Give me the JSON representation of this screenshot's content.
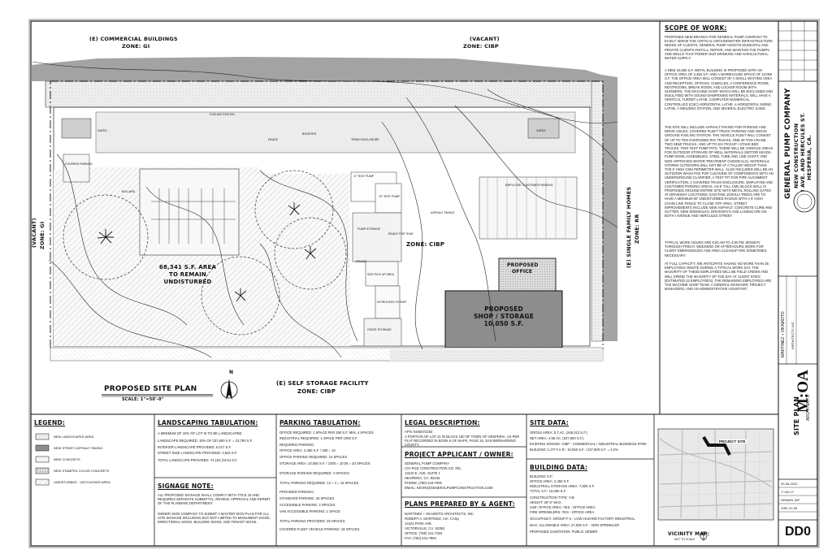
{
  "plan": {
    "north_label": "(E) COMMERCIAL BUILDINGS",
    "north_zone": "ZONE: GI",
    "north_east_label": "(VACANT)",
    "north_east_zone": "ZONE: CIBP",
    "west_label": "(VACANT)",
    "west_zone": "ZONE: GI",
    "east_label": "(E) SINGLE FAMILY HOMES",
    "east_zone": "ZONE: RR",
    "south_label": "(E) SELF STORAGE FACILITY",
    "south_zone": "ZONE: CIBP",
    "center_zone": "ZONE: CIBP",
    "undisturbed_line1": "68,341 S.F. AREA",
    "undisturbed_line2": "TO REMAIN",
    "undisturbed_line3": "UNDISTURBED",
    "shop_line1": "PROPOSED",
    "shop_line2": "SHOP / STORAGE",
    "shop_line3": "10,050 S.F.",
    "office_line1": "PROPOSED",
    "office_line2": "OFFICE",
    "title": "PROPOSED SITE PLAN",
    "scale": "SCALE: 1\"=50'-0\"",
    "north_arrow": "N",
    "small_labels": [
      "GATES",
      "GATES",
      "FUELING STATION",
      "BOOSTER",
      "HEADS",
      "TRASH ENCLOSURE",
      "6\" TEST PUMP",
      "10\" TEST PUMP",
      "PUMP STORAGE",
      "DRUMS",
      "SIZE PICK UP AREA",
      "IN PROCESS TO SHIP",
      "CRATE STORAGE",
      "READY FOR TEAR",
      "ASPHALT PAVING",
      "EMPLOYEE / CUSTOMER PARKING",
      "COVERED PARKING",
      "BOLLARD"
    ]
  },
  "scope": {
    "heading": "SCOPE OF WORK:",
    "p1": "PROPOSED NEW BRANCH FOR GENERAL PUMP COMPANY TO EASILY SERVE THE CRITICAL GROUNDWATER INFRASTRUCTURE NEEDS OF CLIENTS. GENERAL PUMP ASSISTS MUNICIPAL AND PRIVATE CLIENTS INSTALL, REPAIR, AND MAINTAIN THE PUMPS AND WELLS THAT POWER OUR DRINKING AND AGRICULTURAL WATER SUPPLY.",
    "p2": "A NEW 10,050 S.F. METAL BUILDING IS PROPOSED WITH AN OFFICE AREA OF 2,450 S.F. AND A WAREHOUSE SPACE OF 10,050 S.F. THE OFFICE AREA WILL CONSIST OF A SMALL WAITING AREA AND RECEPTION, OFFICES, CUBICLES, A CONFERENCE ROOM, RESTROOMS, BREAK ROOM, AND LOCKER ROOM WITH SHOWERS. THE MACHINE SHOP, WHICH WILL BE ENCLOSED AND INSULATED WITH SOUND-DAMPENING MATERIALS, WILL HAVE A VERTICAL TURRET LATHE, COMPUTER NUMERICAL CONTROLLED (CNC) HORIZONTAL LATHE, A HORIZONTAL SWING LATHE, A WELDING STATION, AND SEVERAL ELECTRIC SAWS.",
    "p3": "THE SITE WILL INCLUDE ASPHALT PAVING FOR PARKING AND DRIVE AISLES, COVERED FLEET TRUCK PARKING AND ABOVE GROUND FUELING STATION. THE VEHICLE FLEET WILL CONSIST OF UP TO TEN OVERSIZED RIG TRUCKS, ONE 40-TON CRANE, TWO SEMI TRUCKS, AND UP TO SIX PICKUP / STAKE BED TRUCKS. TWO TEST PUMP PITS, THERE WILL BE VARIOUS AREAS FOR OUTDOOR STORAGE OF WELL MATERIALS (MOTOR HEADS, PUMP BOWL ASSEMBLIES, STEEL TUBE AND LINE SHAFT, AND NON-APPROVED WATER TREATMENT CHEMICALS). MATERIALS STORED OUTDOORS WILL NOT BE AT A TALLER HEIGHT THAN THE 8' HIGH CMU PERIMETER WALL. ALSO INCLUDED WILL BE AN OUTDOOR WASH PAD FOR CLEANING OF COMPONENTS WITH AN UNDERGROUND CLARIFIER, A TEST PIT FOR PIPE ALIGNMENT VERIFICATION, A COVERED TRASH ENCLOSURE, EMPLOYEE AND CUSTOMER PARKING AREAS. AN 8' TALL CMU BLOCK WALL IS PROPOSED AROUND ENTIRE SITE WITH METAL ROLLING GATES AT DRIVEWAY LOCATIONS. EXISTING JOSHUA TREES ARE TO HAVE A MINIMUM 50' UNDISTURBED RADIUS WITH A 6' HIGH CHAIN LINK FENCE TO CLOSE OFF AREA. STREET IMPROVEMENTS INCLUDE NEW ASPHALT, CONCRETE CURB AND GUTTER, NEW SIDEWALKS, DRIVEWAYS AND LANDSCAPE ON BOTH I AVENUE AND HERCULES STREET.",
    "p4": "TYPICAL WORK HOURS ARE 6:00 AM TO 4:30 PM, MONDAY THROUGH FRIDAY. WEEKEND OR AFTERHOURS WORK FOR CLIENT EMERGENCIES AND AREA CLEANUP ARE SOMETIMES NECESSARY.",
    "p5": "AT FULL CAPACITY, WE ANTICIPATE HAVING NO MORE THAN 35 EMPLOYEES ONSITE DURING A TYPICAL WORK DAY. THE MAJORITY OF THESE EMPLOYEES WILL BE FIELD CREWS AND WILL SPEND THE MAJORITY OF THE DAY AT CLIENT SITES (ESTIMATED 22 EMPLOYEES). THE REMAINING EMPLOYEES ARE THE MACHINE SHOP TEAM, A GENERAL MANAGER, PROJECT MANAGERS, AND AN ADMINISTRATIVE ASSISTANT."
  },
  "titleblock": {
    "company": "GENERAL PUMP COMPANY",
    "project": "NEW CONSTRUCTION",
    "street": "I AVE. AND HERCULES ST.",
    "city": "HESPERIA, CA.",
    "firm_name": "MARTINEZ + OKAMOTO",
    "firm_sub": "ARCHITECTS INC.",
    "logo": "M:OA",
    "logo_sub": "ARCHITECTS",
    "sheet_title": "SITE PLAN",
    "sheet_number": "DD0",
    "date_label": "03-28-2022",
    "scale_note": "1\"=50'-0\"",
    "drawn_label": "DRAWN: MP",
    "job_label": "JOB: 21-05"
  },
  "legend": {
    "heading": "LEGEND:",
    "items": [
      "NEW LANDSCAPED AREA",
      "NEW STREET ASPHALT PAVING",
      "NEW CONCRETE",
      "NEW STAMPED COLOR CONCRETE",
      "UNDISTURBED - UNTOUCHED AREA"
    ]
  },
  "landscaping": {
    "heading": "LANDSCAPING TABULATION:",
    "lines": [
      "A MINIMUM OF 10% OF LOT IS TO BE LANDSCAPED",
      "LANDSCAPE REQUIRED: 10% OF 237,600 S.F. = 23,760 S.F.",
      "INTERIOR LANDSCAPE PROVIDED: 5,017 S.F.",
      "STREET SIDE LANDSCAPE PROVIDED: 3,824 S.F.",
      "TOTAL LANDSCAPE PROVIDED: 74,182 (31%) S.F."
    ]
  },
  "signage": {
    "heading": "SIGNAGE NOTE:",
    "lines": [
      "ALL PROPOSED SIGNAGE SHALL COMPLY WITH TITLE 16 AND REQUIRES SEPARATE SUBMITTAL, REVIEW, APPROVAL AND PERMIT OF THE PLANNING DEPARTMENT.",
      "OWNER SIGN COMPANY TO SUBMIT A MASTER SIGN PLAN FOR ALL SITE SIGNAGE INCLUDING BUT NOT LIMITED TO MONUMENT SIGNS, DIRECTIONAL SIGNS, BUILDING SIGNS, AND TENANT SIGNS."
    ]
  },
  "parking": {
    "heading": "PARKING TABULATION:",
    "lines": [
      "OFFICE REQUIRED: 1 SPACE PER 250 S.F. MIN. 4 SPACES",
      "INDUSTRIAL REQUIRED: 1 SPACE PER 1000 S.F.",
      "REQUIRED PARKING:",
      "OFFICE AREA: 2,450 S.F. / 250 = 10",
      "OFFICE PARKING REQUIRED: 10 SPACES",
      "STORAGE AREA: 10,050 S.F. / 1000 = 10.05 = 10 SPACES",
      "STORAGE PARKING REQUIRED: 4 SPACES",
      "TOTAL PARKING REQUIRED: 14 + 4 = 18 SPACES",
      "PROVIDED PARKING:",
      "STANDARD PARKING: 26 SPACES",
      "ACCESSIBLE PARKING: 2 SPACES",
      "VAN ACCESSIBLE PARKING: 1 SPACE",
      "TOTAL PARKING PROVIDED: 29 SPACES",
      "COVERED FLEET VEHICLE PARKING: 16 SPACES"
    ]
  },
  "legal": {
    "heading": "LEGAL DESCRIPTION:",
    "lines": [
      "APN: 0405072253",
      "A PORTION OF LOT 21 IN BLOCK 160 OF TOWN OF HESPERIA, AS PER PLAT RECORDED IN BOOK 6 OF MAPS, PAGE 15, SAN BERNARDINO COUNTY."
    ]
  },
  "applicant": {
    "heading": "PROJECT APPLICANT / OWNER:",
    "lines": [
      "GENERAL PUMP COMPANY",
      "C/O PILE CONSTRUCTION CO. INC.",
      "13210 E. AVE. SUITE 1",
      "HESPERIA, CA. 92345",
      "PHONE: (760) 244-7000",
      "EMAIL: KEVIN@GENERALPUMPCONSTRUCTION.COM"
    ]
  },
  "prepared": {
    "heading": "PLANS PREPARED BY & AGENT:",
    "lines": [
      "MARTINEZ + OKAMOTO ARCHITECTS, INC.",
      "ROBERT A. MARTINEZ, AIA, CASp",
      "14421 PARK AVE.",
      "VICTORVILLE, CA. 92392",
      "OFFICE: (760) 241-7333",
      "FAX: (760) 241-7864"
    ]
  },
  "site_data": {
    "heading": "SITE DATA:",
    "lines": [
      "GROSS AREA: 5.7 AC. (246,013 S.F.)",
      "NET AREA: 4.56 AC. (237,600 S.F.)",
      "EXISTING ZONING: CIBP - COMMERCIAL / INDUSTRIAL BUSINESS PARK",
      "BUILDING / LOT F.A.R.: 10,050 S.F. / 237,600 S.F. = 4.2%"
    ]
  },
  "building_data": {
    "heading": "BUILDING DATA:",
    "lines": [
      "BUILDING S.F.:",
      "OFFICE AREA: 2,450 S.F.",
      "INDUSTRIAL STORAGE AREA: 7,600 S.F.",
      "TOTAL S.F.: 10,050 S.F.",
      "CONSTRUCTION TYPE: V-B",
      "HEIGHT: 30'-0\" MAX.",
      "USE: OFFICE AREA: YES - OFFICE AREA",
      "FIRE SPRINKLERS: YES - OFFICE AREA",
      "OCCUPANCY: GROUP F-2 - LOW HAZARD FACTORY INDUSTRIAL",
      "MAX. ALLOWABLE AREA: 27,000 S.F. - NON SPRINKLER",
      "PROPOSED SANITATION: PUBLIC SEWER"
    ]
  },
  "vicinity": {
    "heading": "VICINITY MAP:",
    "sub": "NOT TO SCALE",
    "tag": "PROJECT SITE"
  }
}
